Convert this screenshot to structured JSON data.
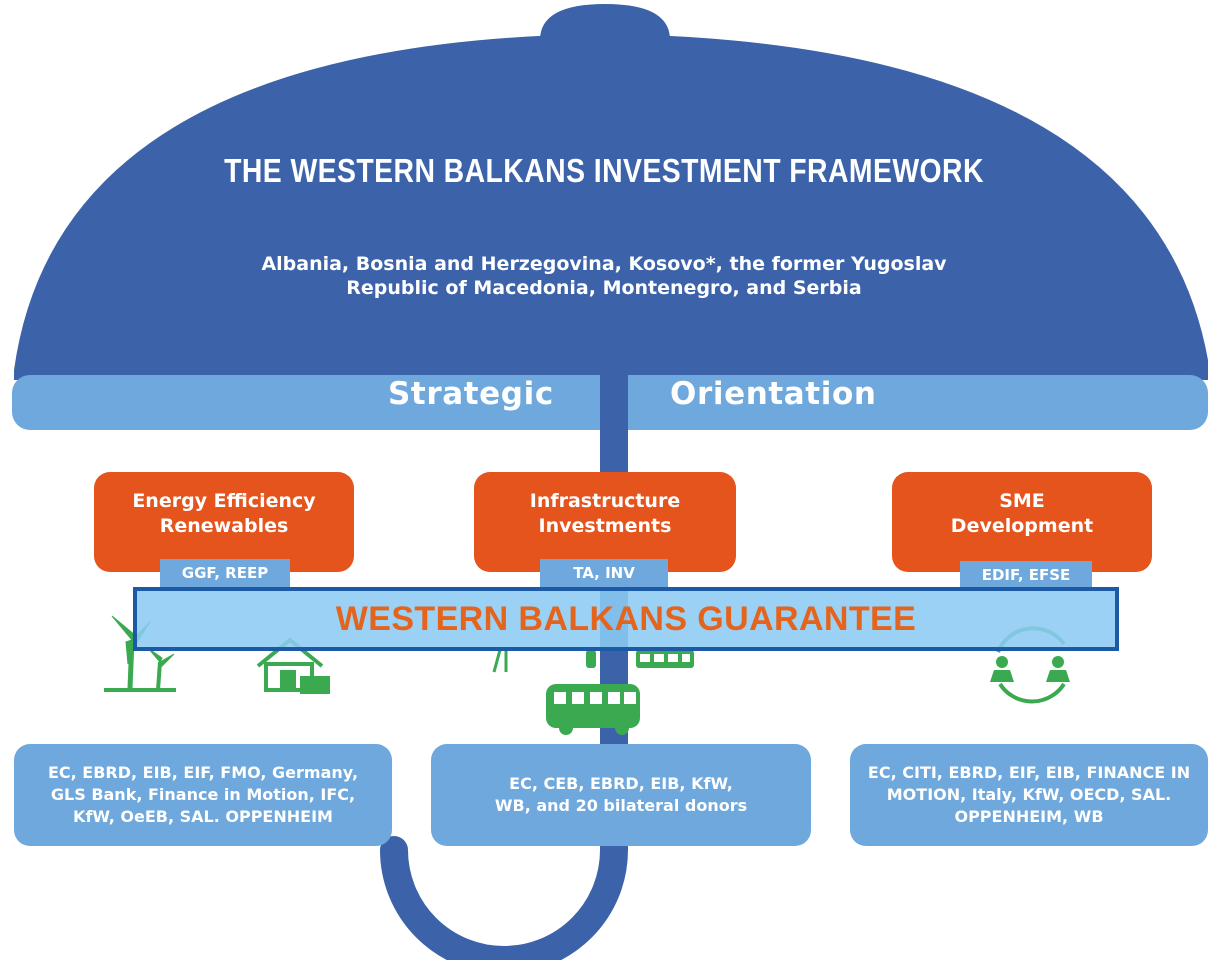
{
  "title": "THE WESTERN BALKANS INVESTMENT FRAMEWORK",
  "subtitle": {
    "line1": "Albania, Bosnia and Herzegovina, Kosovo*, the former Yugoslav",
    "line2": "Republic of Macedonia, Montenegro, and Serbia"
  },
  "strip": {
    "left_word": "Strategic",
    "right_word": "Orientation"
  },
  "pillars": [
    {
      "line1": "Energy Efficiency",
      "line2": "Renewables",
      "tag": "GGF, REEP",
      "icons": [
        "wind-turbine-icon",
        "house-icon"
      ],
      "donors": [
        "EC,  EBRD, EIB, EIF, FMO, Germany,",
        "GLS Bank, Finance in Motion, IFC,",
        "KfW, OeEB, SAL. OPPENHEIM"
      ]
    },
    {
      "line1": "Infrastructure",
      "line2": "Investments",
      "tag": "TA, INV",
      "icons": [
        "street-lamp-icon",
        "lightbulb-icon",
        "train-icon",
        "bus-icon"
      ],
      "donors": [
        "EC, CEB, EBRD, EIB, KfW,",
        "WB, and 20 bilateral donors"
      ]
    },
    {
      "line1": "SME",
      "line2": "Development",
      "tag": "EDIF, EFSE",
      "icons": [
        "business-exchange-icon"
      ],
      "donors": [
        "EC, CITI, EBRD, EIF, EIB, FINANCE IN",
        "MOTION, Italy, KfW, OECD, SAL.",
        "OPPENHEIM, WB"
      ]
    }
  ],
  "banner": "WESTERN BALKANS GUARANTEE",
  "colors": {
    "canopy": "#3c63a9",
    "strip": "#6fa8dc",
    "pillar": "#e5541d",
    "banner_text": "#e5641d",
    "banner_border": "#1d5aa6",
    "icon_green": "#3aa94f"
  }
}
